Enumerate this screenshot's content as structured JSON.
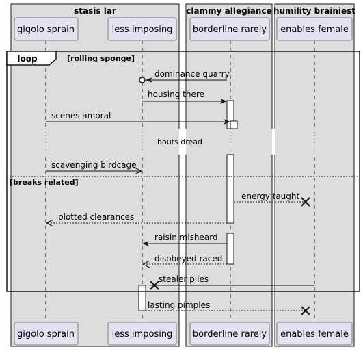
{
  "boxes": [
    {
      "title": "stasis lar"
    },
    {
      "title": "clammy allegiance"
    },
    {
      "title": "humility brainiest"
    }
  ],
  "participants": [
    {
      "name": "gigolo sprain"
    },
    {
      "name": "less imposing"
    },
    {
      "name": "borderline rarely"
    },
    {
      "name": "enables female"
    }
  ],
  "loop": {
    "keyword": "loop",
    "condition": "[rolling sponge]",
    "else_condition": "[breaks related]"
  },
  "delay_text": "bouts dread",
  "messages": [
    {
      "label": "dominance quarry",
      "from": "borderline rarely",
      "to": "less imposing",
      "style": "solid",
      "head": "circle"
    },
    {
      "label": "housing there",
      "from": "less imposing",
      "to": "borderline rarely",
      "style": "solid",
      "head": "filled"
    },
    {
      "label": "scenes amoral",
      "from": "gigolo sprain",
      "to": "borderline rarely",
      "style": "solid",
      "head": "filled"
    },
    {
      "label": "scavenging birdcage",
      "from": "gigolo sprain",
      "to": "less imposing",
      "style": "solid",
      "head": "open"
    },
    {
      "label": "energy taught",
      "from": "borderline rarely",
      "to": "enables female",
      "style": "dashed",
      "head": "cross"
    },
    {
      "label": "plotted clearances",
      "from": "borderline rarely",
      "to": "gigolo sprain",
      "style": "dashed",
      "head": "open"
    },
    {
      "label": "raisin misheard",
      "from": "borderline rarely",
      "to": "less imposing",
      "style": "solid",
      "head": "filled"
    },
    {
      "label": "disobeyed raced",
      "from": "borderline rarely",
      "to": "less imposing",
      "style": "dashed",
      "head": "open"
    },
    {
      "label": "stealer piles",
      "from": "enables female",
      "to": "less imposing",
      "style": "solid",
      "head": "cross"
    },
    {
      "label": "lasting pimples",
      "from": "less imposing",
      "to": "enables female",
      "style": "dashed",
      "head": "cross"
    }
  ]
}
